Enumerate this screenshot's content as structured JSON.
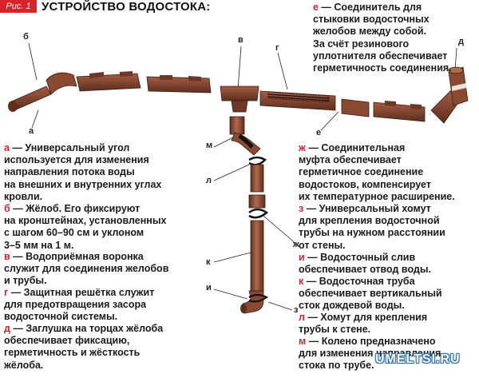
{
  "figure_badge": "Рис. 1",
  "title": "УСТРОЙСТВО ВОДОСТОКА:",
  "callouts": {
    "a": "а",
    "b": "б",
    "v": "в",
    "g": "г",
    "d": "д",
    "e": "е",
    "m": "м",
    "l": "л",
    "k": "к",
    "i": "и",
    "zh": "ж",
    "z": "з"
  },
  "descriptions": {
    "e": {
      "key": "е",
      "lines": [
        "Соединитель для",
        "стыковки водосточных",
        "желобов между собой.",
        "За счёт резинового",
        "уплотнителя обеспечивает",
        "герметичность соединения."
      ]
    },
    "a": {
      "key": "а",
      "lines": [
        "Универсальный угол",
        "используется для изменения",
        "направления потока воды",
        "на внешних и внутренних углах",
        "кровли."
      ]
    },
    "b": {
      "key": "б",
      "lines": [
        "Жёлоб. Его фиксируют",
        "на кронштейнах, установленных",
        "с шагом 60–90 см и уклоном",
        "3–5 мм на 1 м."
      ]
    },
    "v": {
      "key": "в",
      "lines": [
        "Водоприёмная воронка",
        "служит для соединения желобов",
        "и трубы."
      ]
    },
    "g": {
      "key": "г",
      "lines": [
        "Защитная решётка служит",
        "для предотвращения засора",
        "водосточной системы."
      ]
    },
    "d": {
      "key": "д",
      "lines": [
        "Заглушка на торцах жёлоба",
        "обеспечивает фиксацию,",
        "герметичность и жёсткость",
        "жёлоба."
      ]
    },
    "zh": {
      "key": "ж",
      "lines": [
        "Соединительная",
        "муфта обеспечивает",
        "герметичное соединение",
        "водостоков, компенсирует",
        "их температурное расширение."
      ]
    },
    "z": {
      "key": "з",
      "lines": [
        "Универсальный хомут",
        "для крепления водосточной",
        "трубы на нужном расстоянии",
        "от стены."
      ]
    },
    "i": {
      "key": "и",
      "lines": [
        "Водосточный слив",
        "обеспечивает отвод воды."
      ]
    },
    "k": {
      "key": "к",
      "lines": [
        "Водосточная труба",
        "обеспечивает вертикальный",
        "сток дождевой воды."
      ]
    },
    "l": {
      "key": "л",
      "lines": [
        "Хомут для крепления",
        "трубы к стене."
      ]
    },
    "m": {
      "key": "м",
      "lines": [
        "Колено предназначено",
        "для изменения направления",
        "стока по трубе."
      ]
    }
  },
  "watermark": "UMELTSI.RU",
  "colors": {
    "pipe": "#8a4a32",
    "pipe_dark": "#5e2e1e",
    "pipe_light": "#b06a4e",
    "accent": "#d8232a"
  }
}
